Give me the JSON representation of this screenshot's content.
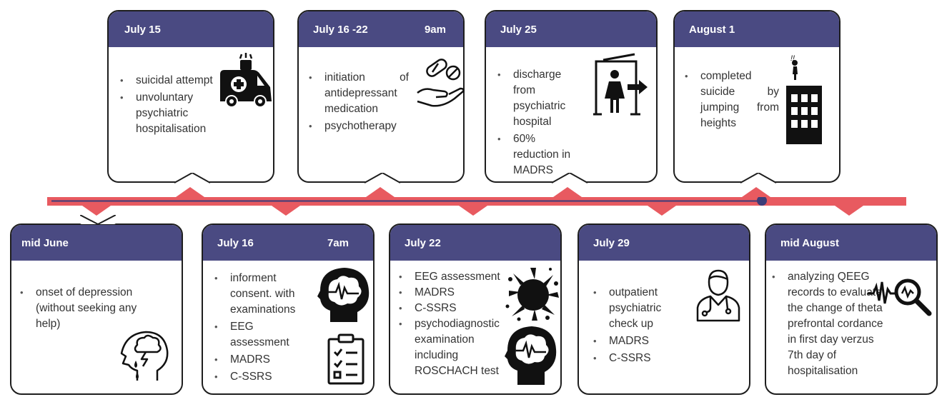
{
  "top": [
    {
      "date": "July  15",
      "time": "",
      "items": [
        "suicidal attempt",
        "unvoluntary psychiatric hospitalisation"
      ],
      "icon": "ambulance-icon"
    },
    {
      "date": "July 16 -22",
      "time": "9am",
      "items": [
        "initiation of antidepressant medication",
        "psychotherapy"
      ],
      "icon": "pills-hand-icon"
    },
    {
      "date": "July 25",
      "time": "",
      "items": [
        "discharge from psychiatric hospital",
        "60% reduction in MADRS"
      ],
      "icon": "exit-door-icon"
    },
    {
      "date": "August 1",
      "time": "",
      "items": [
        "completed suicide by jumping from heights"
      ],
      "icon": "building-jump-icon",
      "icon_label": "!!"
    }
  ],
  "bottom": [
    {
      "date": "mid June",
      "time": "",
      "items": [
        "onset of depression (without seeking any help)"
      ],
      "icon": "distressed-head-icon"
    },
    {
      "date": "July 16",
      "time": "7am",
      "items": [
        "informent consent. with examinations",
        "EEG assessment",
        "MADRS",
        "C-SSRS"
      ],
      "icon": "brain-eeg-icon"
    },
    {
      "date": "July 22",
      "time": "",
      "items": [
        "EEG assessment",
        "MADRS",
        "C-SSRS",
        "psychodiagnostic examination including ROSCHACH test"
      ],
      "icon": "inkblot-icon"
    },
    {
      "date": "July 29",
      "time": "",
      "items": [
        "outpatient psychiatric check up",
        "MADRS",
        "C-SSRS"
      ],
      "icon": "doctor-icon"
    },
    {
      "date": "mid August",
      "time": "",
      "items": [
        "analyzing QEEG records to evaluate the change of theta prefrontal cordance in first day verzus 7th day of hospitalisation"
      ],
      "icon": "magnifier-wave-icon"
    }
  ],
  "colors": {
    "header": "#4a4a82",
    "timeline_red": "#e85a60",
    "timeline_blue": "#3c3c78",
    "border": "#1e1e1e"
  }
}
